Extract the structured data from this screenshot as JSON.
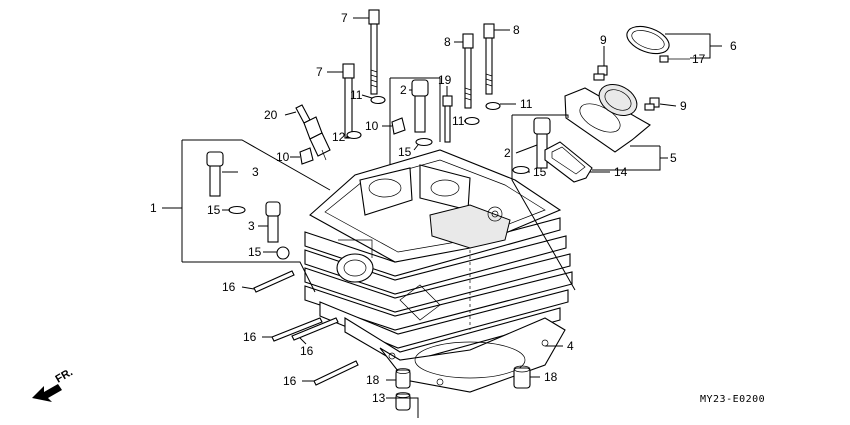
{
  "diagram": {
    "drawing_code": "MY23-E0200",
    "direction_label": "FR.",
    "callouts": {
      "c1": "1",
      "c2a": "2",
      "c2b": "2",
      "c3a": "3",
      "c3b": "3",
      "c4": "4",
      "c5": "5",
      "c6": "6",
      "c7a": "7",
      "c7b": "7",
      "c8a": "8",
      "c8b": "8",
      "c9a": "9",
      "c9b": "9",
      "c10a": "10",
      "c10b": "10",
      "c11a": "11",
      "c11b": "11",
      "c11c": "11",
      "c12": "12",
      "c13": "13",
      "c14": "14",
      "c15a": "15",
      "c15b": "15",
      "c15c": "15",
      "c15d": "15",
      "c16a": "16",
      "c16b": "16",
      "c16c": "16",
      "c16d": "16",
      "c17": "17",
      "c18a": "18",
      "c18b": "18",
      "c19": "19",
      "c20": "20"
    }
  }
}
